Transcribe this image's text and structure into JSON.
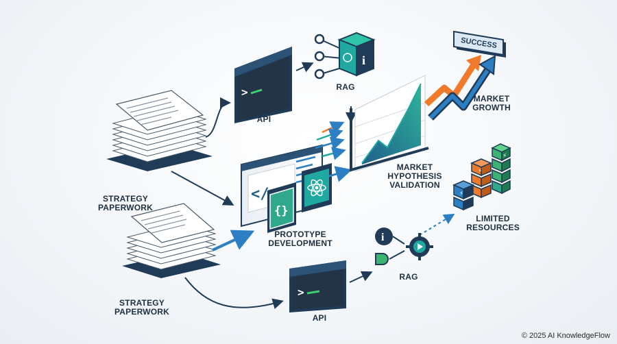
{
  "labels": {
    "strategy_top": "STRATEGY\nPAPERWORK",
    "strategy_bottom": "STRATEGY\nPAPERWORK",
    "api_top": "API",
    "api_bottom": "API",
    "rag_top": "RAG",
    "rag_bottom": "RAG",
    "prototype": "PROTOTYPE\nDEVELOPMENT",
    "market_hypothesis": "MARKET\nHYPOTHESIS\nVALIDATION",
    "market_growth": "MARKET\nGROWTH",
    "limited_resources": "LIMITED\nRESOURCES",
    "success_banner": "SUCCESS"
  },
  "footer": {
    "copyright": "© 2025 AI KnowledgeFlow"
  },
  "colors": {
    "navy": "#1f3b57",
    "dark_screen": "#243447",
    "teal": "#1fa9a0",
    "green": "#3cb371",
    "orange": "#f07a2a",
    "blue_arrow": "#2b7fc2"
  }
}
